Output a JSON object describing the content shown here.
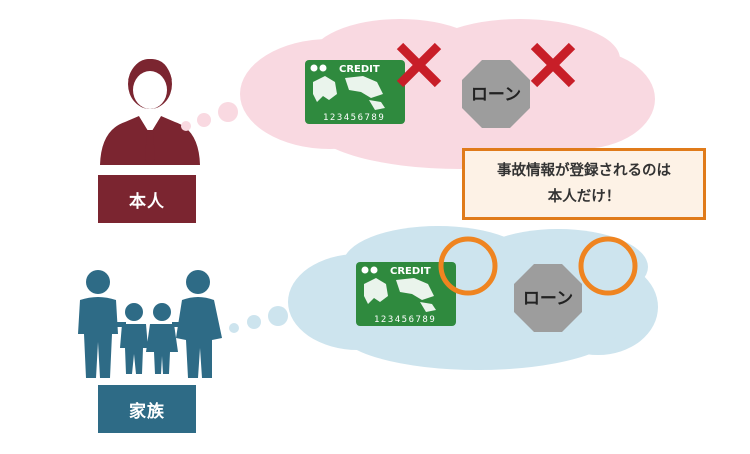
{
  "person": {
    "label": "本人"
  },
  "family": {
    "label": "家族"
  },
  "card": {
    "title": "CREDIT",
    "number": "123456789"
  },
  "loan": {
    "label": "ローン"
  },
  "callout": {
    "line1": "事故情報が登録されるのは",
    "line2": "本人だけ！"
  },
  "colors": {
    "person_fill": "#7b2530",
    "family_fill": "#2e6b86",
    "cloud_pink": "#f9d9e1",
    "cloud_blue": "#cde4ee",
    "card_green": "#2f8a3e",
    "cross_red": "#c81e28",
    "circle_orange": "#ef8420",
    "loan_gray": "#9d9d9d",
    "callout_border": "#e07b1a"
  }
}
